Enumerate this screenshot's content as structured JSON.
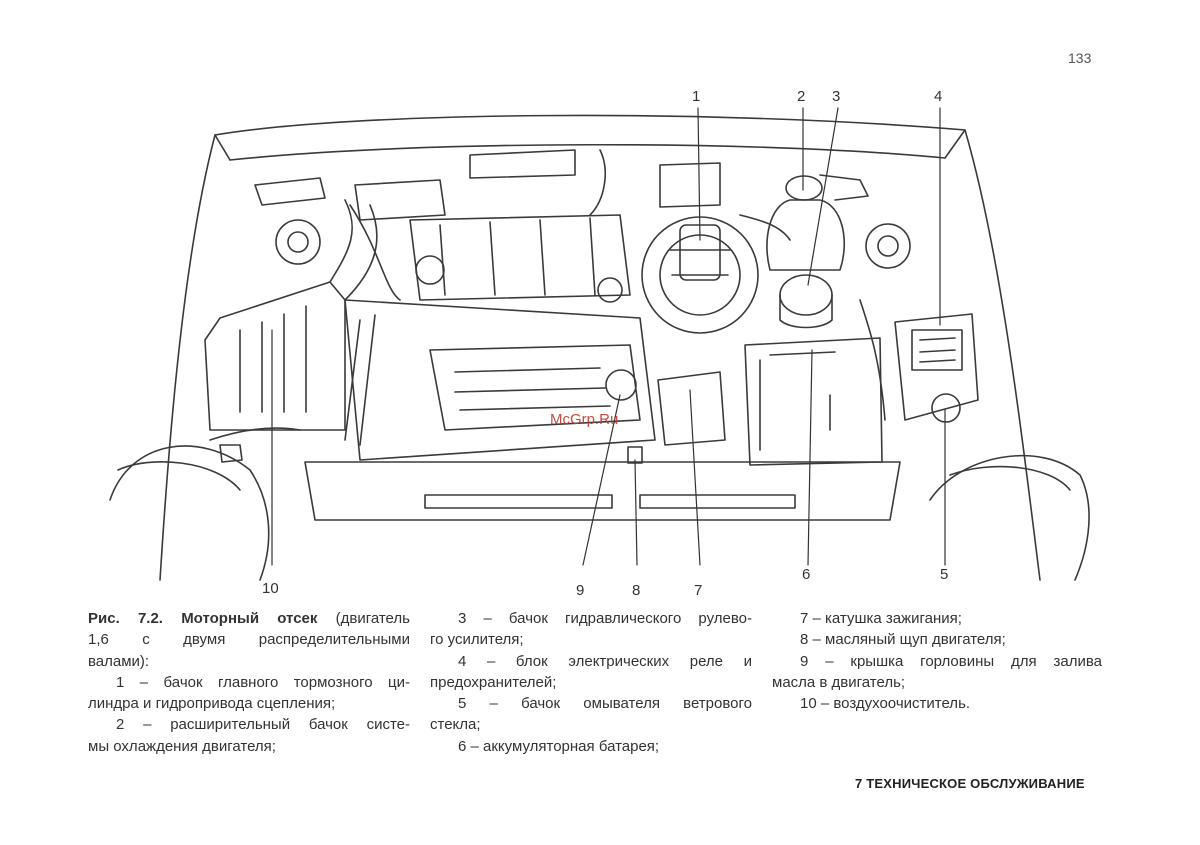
{
  "page_number": "133",
  "watermark": "McGrp.Ru",
  "callout_labels": [
    "1",
    "2",
    "3",
    "4",
    "5",
    "6",
    "7",
    "8",
    "9",
    "10"
  ],
  "caption": {
    "lead_bold": "Рис. 7.2. Моторный отсек",
    "lead_rest_1": "(двигатель",
    "line_2": "1,6 с двумя распределительными",
    "line_3": "валами):",
    "items": [
      [
        "1 – бачок главного тормозного ци-",
        "линдра и гидропривода сцепления;"
      ],
      [
        "2 – расширительный бачок систе-",
        "мы охлаждения двигателя;"
      ],
      [
        "3 – бачок гидравлического рулево-",
        "го усилителя;"
      ],
      [
        "4 – блок электрических реле и",
        "предохранителей;"
      ],
      [
        "5 – бачок омывателя ветрового",
        "стекла;"
      ],
      [
        "6 – аккумуляторная батарея;"
      ],
      [
        "7 – катушка зажигания;"
      ],
      [
        "8 – масляный щуп двигателя;"
      ],
      [
        "9 – крышка горловины для залива",
        "масла в двигатель;"
      ],
      [
        "10 – воздухоочиститель."
      ]
    ]
  },
  "section_title": "7 ТЕХНИЧЕСКОЕ ОБСЛУЖИВАНИЕ"
}
